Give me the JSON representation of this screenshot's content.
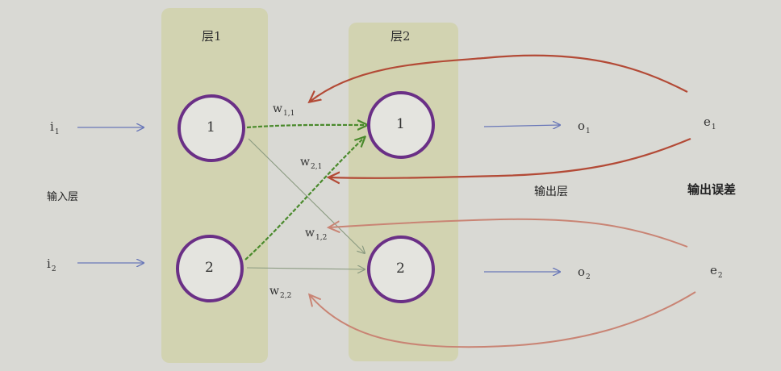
{
  "layers": {
    "layer1": "层1",
    "layer2": "层2"
  },
  "nodes": {
    "l1_n1": "1",
    "l1_n2": "2",
    "l2_n1": "1",
    "l2_n2": "2"
  },
  "inputs": {
    "i1": {
      "base": "i",
      "sub": "1"
    },
    "i2": {
      "base": "i",
      "sub": "2"
    }
  },
  "outputs": {
    "o1": {
      "base": "o",
      "sub": "1"
    },
    "o2": {
      "base": "o",
      "sub": "2"
    }
  },
  "errors": {
    "e1": {
      "base": "e",
      "sub": "1"
    },
    "e2": {
      "base": "e",
      "sub": "2"
    }
  },
  "weights": {
    "w11": {
      "base": "w",
      "sub": "1,1"
    },
    "w21": {
      "base": "w",
      "sub": "2,1"
    },
    "w12": {
      "base": "w",
      "sub": "1,2"
    },
    "w22": {
      "base": "w",
      "sub": "2,2"
    }
  },
  "labels": {
    "input_layer": "输入层",
    "output_layer": "输出层",
    "output_error": "输出误差"
  },
  "colors": {
    "layer_band": "#cfd0a6",
    "node_ring": "#6a2f86",
    "input_arrow": "#6a78b8",
    "highlight_arrow": "#4a8a2c",
    "error_arrow": "#b34a36",
    "error_arrow_light": "#c98474"
  }
}
